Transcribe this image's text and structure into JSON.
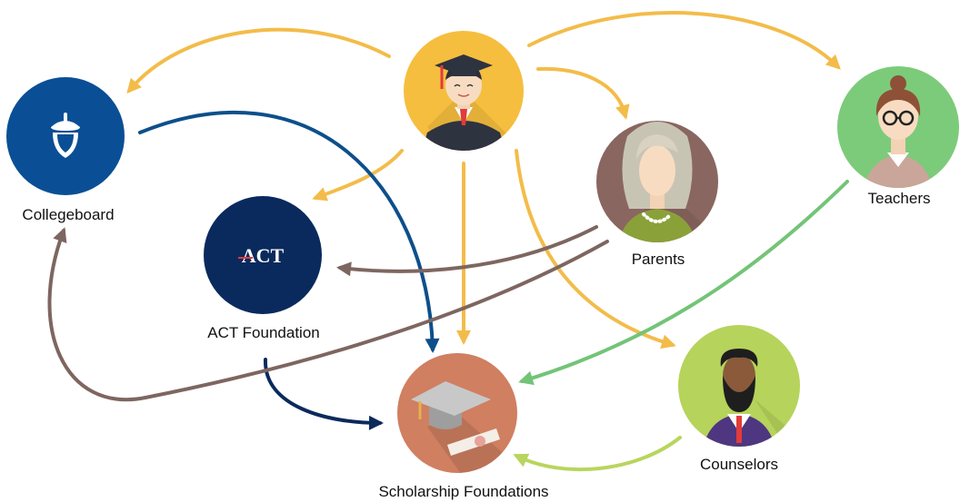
{
  "nodes": {
    "student": {
      "label": "",
      "icon": "graduate-student-icon",
      "color": "#F6BE3E"
    },
    "collegeboard": {
      "label": "Collegeboard",
      "icon": "acorn-logo-icon",
      "color": "#0A4F95"
    },
    "act": {
      "label": "ACT Foundation",
      "icon": "act-logo-icon",
      "logo_text": "ACT",
      "color": "#0A2A5E"
    },
    "parents": {
      "label": "Parents",
      "icon": "grandmother-icon",
      "color": "#8A6660"
    },
    "teachers": {
      "label": "Teachers",
      "icon": "teacher-icon",
      "color": "#7CCB7A"
    },
    "scholarship": {
      "label": "Scholarship Foundations",
      "icon": "graduation-cap-diploma-icon",
      "color": "#D07F61"
    },
    "counselors": {
      "label": "Counselors",
      "icon": "bearded-man-icon",
      "color": "#B6D35B"
    }
  },
  "edges": [
    {
      "from": "student",
      "to": "collegeboard",
      "color": "#F3BC4A"
    },
    {
      "from": "student",
      "to": "act",
      "color": "#F3BC4A"
    },
    {
      "from": "student",
      "to": "scholarship",
      "color": "#F3BC4A"
    },
    {
      "from": "student",
      "to": "parents",
      "color": "#F3BC4A"
    },
    {
      "from": "student",
      "to": "teachers",
      "color": "#F3BC4A"
    },
    {
      "from": "student",
      "to": "counselors",
      "color": "#F3BC4A"
    },
    {
      "from": "collegeboard",
      "to": "scholarship",
      "color": "#0D4F8B"
    },
    {
      "from": "act",
      "to": "scholarship",
      "color": "#0B2A5C"
    },
    {
      "from": "parents",
      "to": "act",
      "color": "#7E6660"
    },
    {
      "from": "parents",
      "to": "collegeboard",
      "color": "#7E6660"
    },
    {
      "from": "teachers",
      "to": "scholarship",
      "color": "#73C477"
    },
    {
      "from": "counselors",
      "to": "scholarship",
      "color": "#B9D55E"
    }
  ]
}
